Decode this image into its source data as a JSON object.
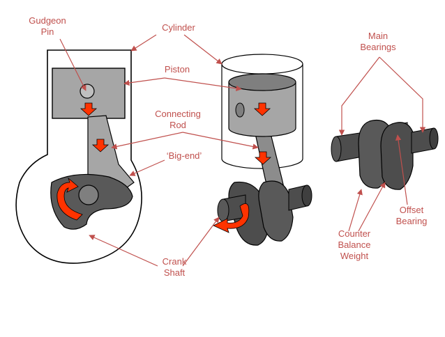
{
  "colors": {
    "label": "#c0504d",
    "leader": "#c0504d",
    "outline": "#000000",
    "metal_dark": "#4d4d4d",
    "metal_mid": "#7f7f7f",
    "metal_light": "#bfbfbf",
    "piston_grey": "#a6a6a6",
    "arrow_red": "#ff3300"
  },
  "labels": {
    "gudgeon_pin": [
      "Gudgeon",
      "Pin"
    ],
    "cylinder": [
      "Cylinder"
    ],
    "piston": [
      "Piston"
    ],
    "connecting_rod": [
      "Connecting",
      "Rod"
    ],
    "big_end": [
      "‘Big-end’"
    ],
    "crank_shaft": [
      "Crank",
      "Shaft"
    ],
    "main_bearings": [
      "Main",
      "Bearings"
    ],
    "offset_bearing": [
      "Offset",
      "Bearing"
    ],
    "counter_balance_weight": [
      "Counter",
      "Balance",
      "Weight"
    ]
  }
}
